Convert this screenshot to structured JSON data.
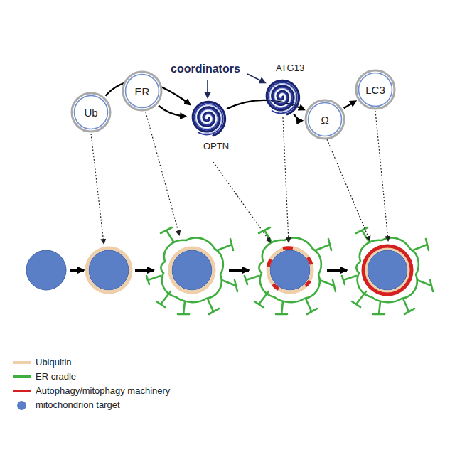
{
  "diagram": {
    "nodes": [
      {
        "text": [
          "Ub"
        ]
      },
      {
        "text": [
          "ER"
        ]
      },
      {
        "text": [
          "OPTN"
        ]
      },
      {
        "text": [
          "ATG13"
        ]
      },
      {
        "text": [
          "Ω"
        ]
      },
      {
        "text": [
          "LC3"
        ]
      }
    ],
    "edges": [
      {
        "from": 0,
        "to": 2,
        "arrow": "to"
      },
      {
        "from": 1,
        "to": 2,
        "arrow": "to"
      },
      {
        "from": 2,
        "to": 4,
        "arrow": "to"
      },
      {
        "from": 3,
        "to": 4,
        "arrow": "to"
      },
      {
        "from": 4,
        "to": 5,
        "arrow": "to"
      }
    ],
    "labels": [
      "coordinators"
    ],
    "legend": [
      {
        "text": "Ubiquitin"
      },
      {
        "text": "ER cradle"
      },
      {
        "text": "Autophagy/mitophagy machinery"
      },
      {
        "text": "mitochondrion target",
        "color": "#5b7fc6"
      }
    ]
  }
}
